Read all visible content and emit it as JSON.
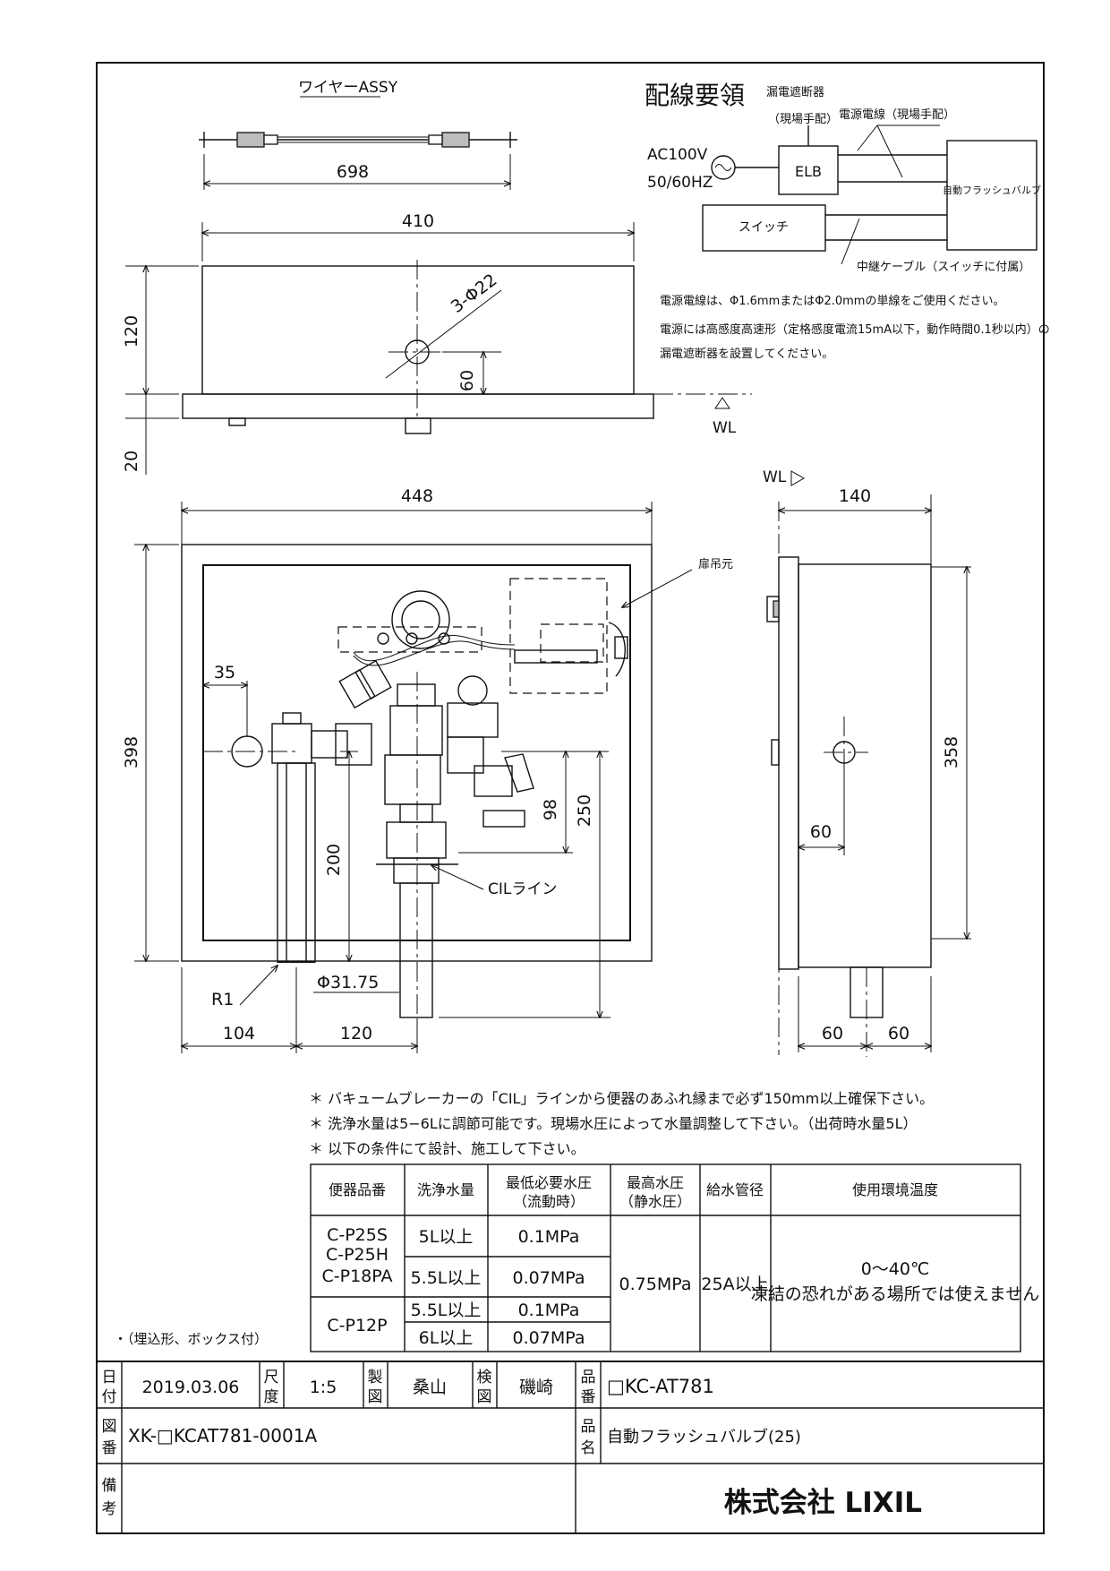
{
  "wire_assy": {
    "title": "ワイヤーASSY",
    "length": "698"
  },
  "wiring": {
    "title": "配線要領",
    "elcb_label_1": "漏電遮断器",
    "elcb_label_2": "（現場手配）",
    "power_cable_label": "電源電線（現場手配）",
    "ac_voltage": "AC100V",
    "frequency": "50/60HZ",
    "elb": "ELB",
    "valve_box": "自動フラッシュバルブ",
    "switch": "スイッチ",
    "relay_cable": "中継ケーブル（スイッチに付属）",
    "note_1": "電源電線は、Φ1.6mmまたはΦ2.0mmの単線をご使用ください。",
    "note_2": "電源には高感度高速形（定格感度電流15mA以下，動作時間0.1秒以内）の",
    "note_3": "漏電遮断器を設置してください。"
  },
  "top_view": {
    "width": "410",
    "height": "120",
    "flange": "20",
    "holes": "3-Φ22",
    "hole_height": "60",
    "wl": "WL"
  },
  "front_view": {
    "width": "448",
    "height": "398",
    "left_offset": "35",
    "dim_200": "200",
    "dim_98": "98",
    "dim_250": "250",
    "cil_line": "CILライン",
    "door_hanger": "扉吊元",
    "r1": "R1",
    "pipe_dia": "Φ31.75",
    "dim_104": "104",
    "dim_120": "120"
  },
  "side_view": {
    "wl": "WL",
    "depth": "140",
    "height": "358",
    "dim_60_mid": "60",
    "dim_60_a": "60",
    "dim_60_b": "60"
  },
  "notes": {
    "n1": "＊ バキュームブレーカーの「CIL」ラインから便器のあふれ縁まで必ず150mm以上確保下さい。",
    "n2": "＊ 洗浄水量は5−6Lに調節可能です。現場水圧によって水量調整して下さい。（出荷時水量5L）",
    "n3": "＊ 以下の条件にて設計、施工して下さい。"
  },
  "spec_table": {
    "headers": {
      "model": "便器品番",
      "volume": "洗浄水量",
      "min_pressure_1": "最低必要水圧",
      "min_pressure_2": "（流動時）",
      "max_pressure_1": "最高水圧",
      "max_pressure_2": "（静水圧）",
      "pipe_1": "給水管径",
      "temp": "使用環境温度"
    },
    "group1_models": [
      "C-P25S",
      "C-P25H",
      "C-P18PA"
    ],
    "group2_model": "C-P12P",
    "rows": [
      {
        "volume": "5L以上",
        "pressure": "0.1MPa"
      },
      {
        "volume": "5.5L以上",
        "pressure": "0.07MPa"
      },
      {
        "volume": "5.5L以上",
        "pressure": "0.1MPa"
      },
      {
        "volume": "6L以上",
        "pressure": "0.07MPa"
      }
    ],
    "max_pressure": "0.75MPa",
    "pipe": "25A以上",
    "temp_range": "0〜40℃",
    "temp_note": "凍結の恐れがある場所では使えません"
  },
  "embed_note": "・（埋込形、ボックス付）",
  "title_block": {
    "date_label_1": "日",
    "date_label_2": "付",
    "date": "2019.03.06",
    "scale_label_1": "尺",
    "scale_label_2": "度",
    "scale": "1:5",
    "drawn_label_1": "製",
    "drawn_label_2": "図",
    "drawn_by": "桑山",
    "check_label_1": "検",
    "check_label_2": "図",
    "checked_by": "磯崎",
    "part_no_label_1": "品",
    "part_no_label_2": "番",
    "part_no": "□KC-AT781",
    "drawing_no_label_1": "図",
    "drawing_no_label_2": "番",
    "drawing_no": "XK-□KCAT781-0001A",
    "name_label_1": "品",
    "name_label_2": "名",
    "product_name": "自動フラッシュバルブ(25)",
    "remarks_label_1": "備",
    "remarks_label_2": "考",
    "company": "株式会社 LIXIL"
  }
}
